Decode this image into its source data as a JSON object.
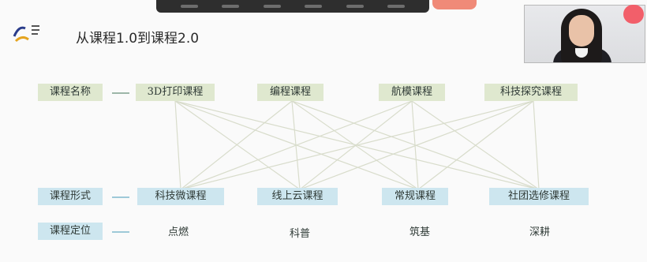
{
  "slide": {
    "title": "从课程1.0到课程2.0"
  },
  "rows": {
    "course_name": {
      "label": "课程名称",
      "items": [
        "3D打印课程",
        "编程课程",
        "航模课程",
        "科技探究课程"
      ]
    },
    "course_form": {
      "label": "课程形式",
      "items": [
        "科技微课程",
        "线上云课程",
        "常规课程",
        "社团选修课程"
      ]
    },
    "course_position": {
      "label": "课程定位",
      "items": [
        "点燃",
        "科普",
        "筑基",
        "深耕"
      ]
    }
  },
  "colors": {
    "name_row_bg": "#dfe8cf",
    "form_row_bg": "#cde6ef",
    "line_color": "#d8dccb"
  },
  "icons": {
    "logo": "school-logo-icon",
    "reaction": "heart-icon"
  }
}
